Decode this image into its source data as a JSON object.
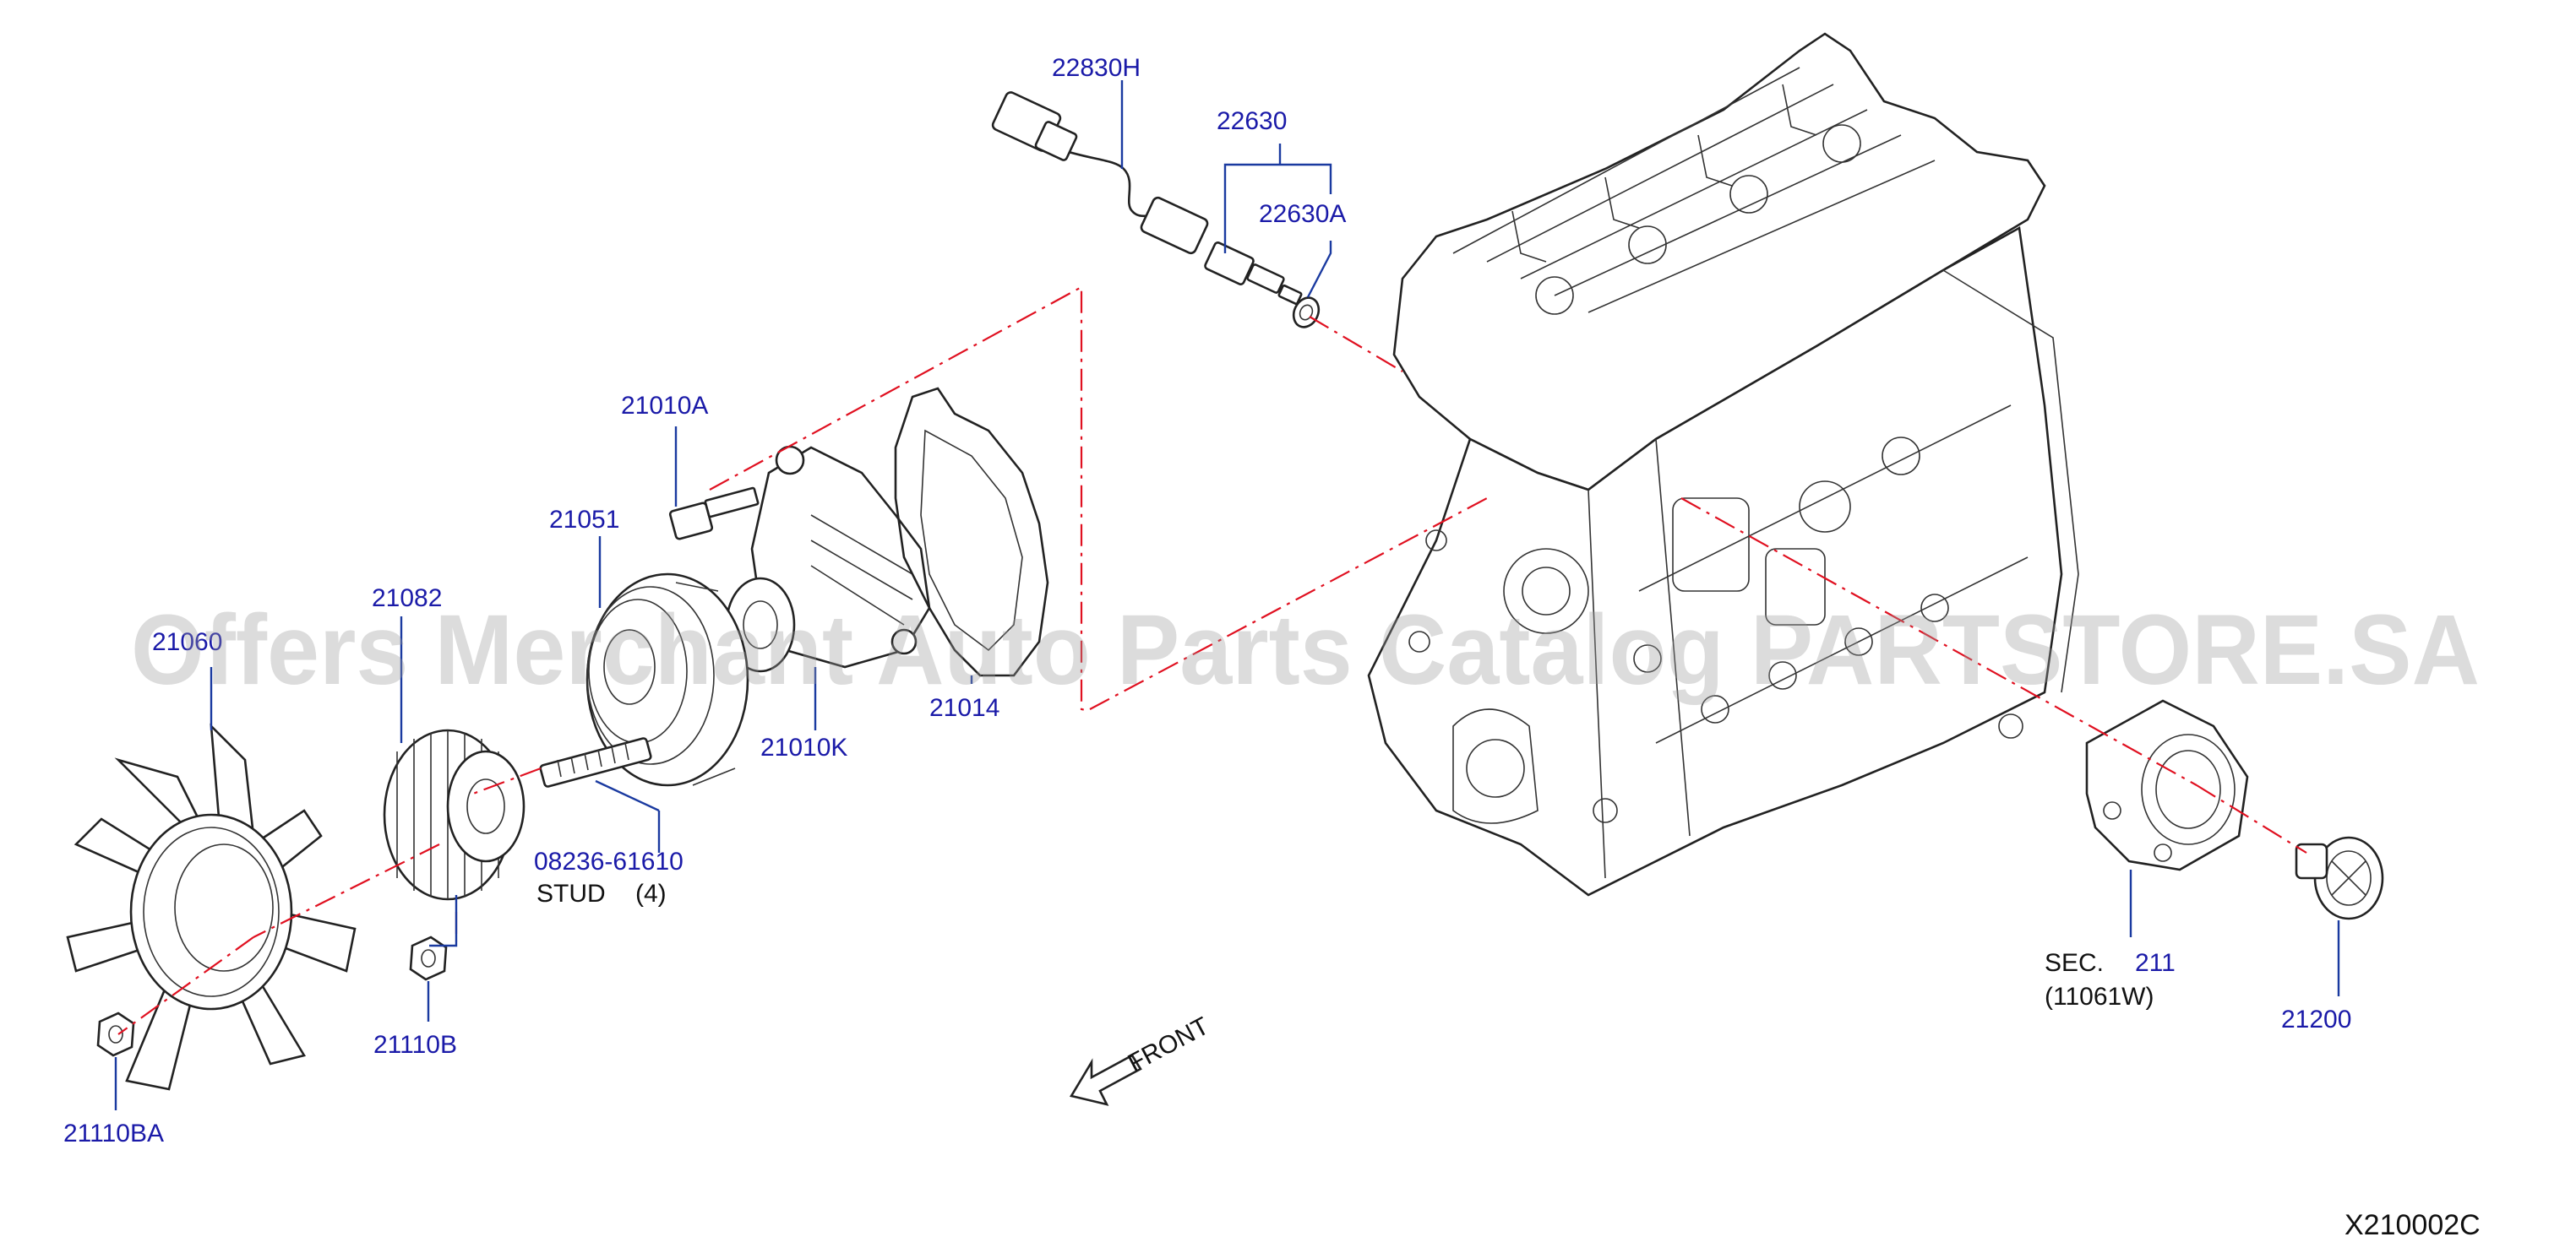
{
  "watermark": "Offers Merchant Auto Parts Catalog PARTSTORE.SA",
  "diagram_code": "X210002C",
  "front_label": "FRONT",
  "labels": {
    "p22830H": "22830H",
    "p22630": "22630",
    "p22630A": "22630A",
    "p21010A": "21010A",
    "p21051": "21051",
    "p21082": "21082",
    "p21060": "21060",
    "p21014": "21014",
    "p21010K": "21010K",
    "p08236": "08236-61610",
    "stud": "STUD",
    "stud_qty": "(4)",
    "p21110B": "21110B",
    "p21110BA": "21110BA",
    "sec": "SEC.",
    "sec_num": "211",
    "sec_ref": "(11061W)",
    "p21200": "21200"
  }
}
